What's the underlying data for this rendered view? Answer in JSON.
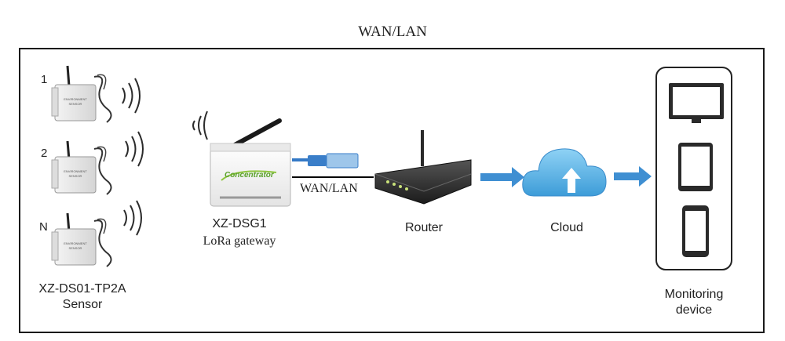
{
  "title": "WAN/LAN",
  "sensors": {
    "items": [
      {
        "number": "1",
        "device_text": "ENVIRONMENT\nSENSOR"
      },
      {
        "number": "2",
        "device_text": "ENVIRONMENT\nSENSOR"
      },
      {
        "number": "N",
        "device_text": "ENVIRONMENT\nSENSOR"
      }
    ],
    "label_line1": "XZ-DS01-TP2A",
    "label_line2": "Sensor"
  },
  "gateway": {
    "screen_text": "Concentrator",
    "label_line1": "XZ-DSG1",
    "label_line2": "LoRa gateway"
  },
  "link_label": "WAN/LAN",
  "router": {
    "label": "Router"
  },
  "cloud": {
    "label": "Cloud"
  },
  "monitoring": {
    "label_line1": "Monitoring",
    "label_line2": "device"
  },
  "colors": {
    "arrow": "#3f8fd2",
    "cloud": "#5fb6ea",
    "device": "#2a2a2a",
    "signal": "#2b2b2b"
  }
}
